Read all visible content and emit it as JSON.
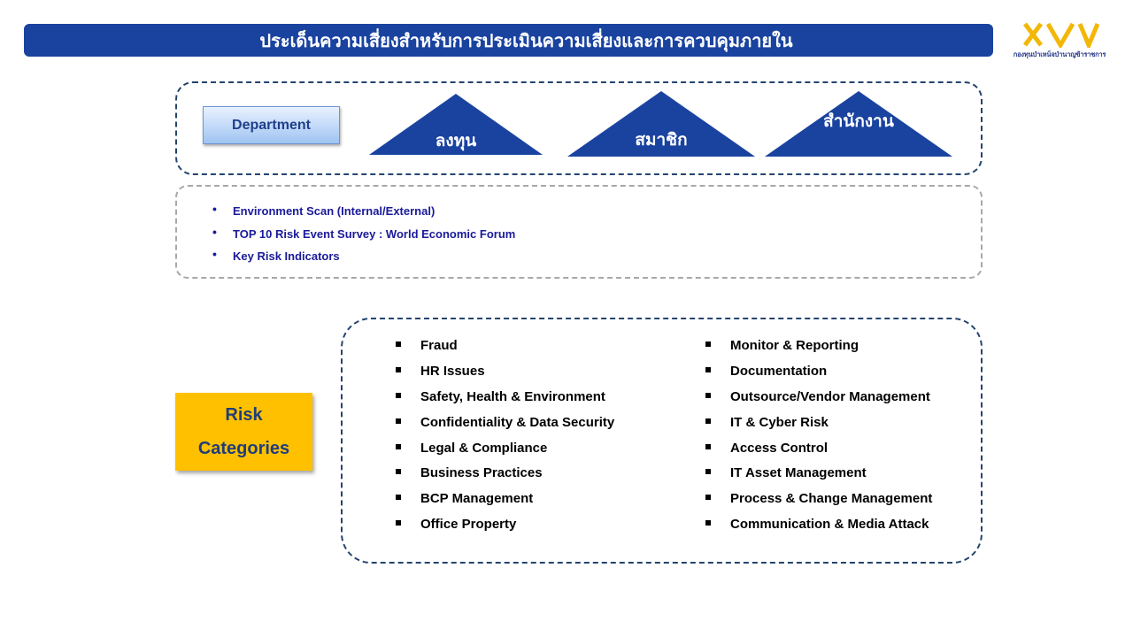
{
  "header": {
    "title": "ประเด็นความเสี่ยงสำหรับการประเมินความเสี่ยงและการควบคุมภายใน"
  },
  "logo": {
    "caption": "กองทุนบำเหน็จบำนาญข้าราชการ",
    "colors": {
      "gold": "#f2b707",
      "text": "#2a3a8a"
    }
  },
  "department": {
    "label": "Department",
    "units": [
      {
        "name": "ลงทุน"
      },
      {
        "name": "สมาชิก"
      },
      {
        "name": "สำนักงาน"
      }
    ]
  },
  "scan": {
    "items": [
      "Environment  Scan (Internal/External)",
      "TOP 10 Risk Event Survey  : World  Economic Forum",
      "Key Risk Indicators"
    ]
  },
  "risk_categories": {
    "label_line1": "Risk",
    "label_line2": "Categories",
    "left": [
      "Fraud",
      "HR Issues",
      "Safety, Health & Environment",
      "Confidentiality & Data Security",
      "Legal & Compliance",
      "Business Practices",
      "BCP Management",
      "Office Property"
    ],
    "right": [
      "Monitor & Reporting",
      "Documentation",
      "Outsource/Vendor Management",
      "IT & Cyber Risk",
      "Access Control",
      "IT Asset Management",
      "Process & Change Management",
      "Communication & Media Attack"
    ]
  },
  "colors": {
    "title_bar": "#1a43a0",
    "triangle": "#1a43a0",
    "panel_border": "#24446e",
    "risk_box": "#ffc000",
    "scan_text": "#1a1a9a"
  }
}
